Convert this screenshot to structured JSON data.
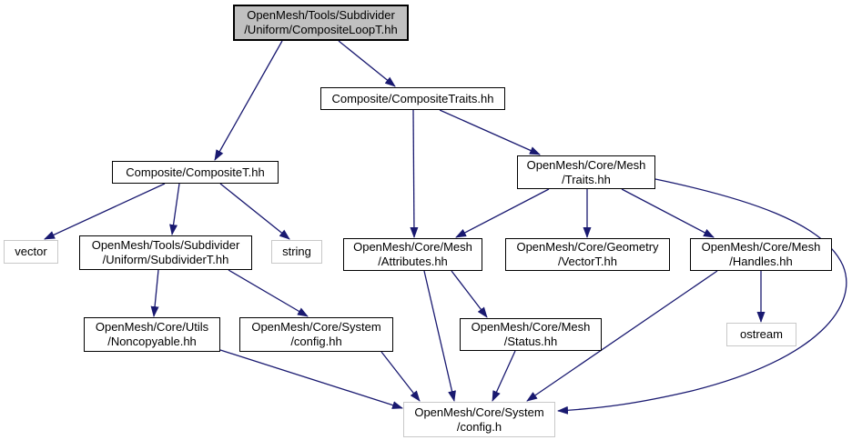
{
  "graph": {
    "kind": "include-dependency-graph",
    "colors": {
      "edge": "#191970",
      "node_border": "#000000",
      "external_border": "#c8c8c8",
      "root_fill": "#c0c0c0",
      "background": "#ffffff"
    },
    "nodes": [
      {
        "id": "composite_loop_t",
        "line1": "OpenMesh/Tools/Subdivider",
        "line2": "/Uniform/CompositeLoopT.hh",
        "style": "root"
      },
      {
        "id": "composite_traits",
        "line1": "Composite/CompositeTraits.hh",
        "line2": "",
        "style": "internal"
      },
      {
        "id": "composite_t",
        "line1": "Composite/CompositeT.hh",
        "line2": "",
        "style": "internal"
      },
      {
        "id": "mesh_traits",
        "line1": "OpenMesh/Core/Mesh",
        "line2": "/Traits.hh",
        "style": "internal"
      },
      {
        "id": "vector",
        "line1": "vector",
        "line2": "",
        "style": "external"
      },
      {
        "id": "subdivider_t",
        "line1": "OpenMesh/Tools/Subdivider",
        "line2": "/Uniform/SubdividerT.hh",
        "style": "internal"
      },
      {
        "id": "string",
        "line1": "string",
        "line2": "",
        "style": "external"
      },
      {
        "id": "attributes",
        "line1": "OpenMesh/Core/Mesh",
        "line2": "/Attributes.hh",
        "style": "internal"
      },
      {
        "id": "vector_t",
        "line1": "OpenMesh/Core/Geometry",
        "line2": "/VectorT.hh",
        "style": "internal"
      },
      {
        "id": "handles",
        "line1": "OpenMesh/Core/Mesh",
        "line2": "/Handles.hh",
        "style": "internal"
      },
      {
        "id": "noncopyable",
        "line1": "OpenMesh/Core/Utils",
        "line2": "/Noncopyable.hh",
        "style": "internal"
      },
      {
        "id": "config_hh",
        "line1": "OpenMesh/Core/System",
        "line2": "/config.hh",
        "style": "internal"
      },
      {
        "id": "status",
        "line1": "OpenMesh/Core/Mesh",
        "line2": "/Status.hh",
        "style": "internal"
      },
      {
        "id": "ostream",
        "line1": "ostream",
        "line2": "",
        "style": "external"
      },
      {
        "id": "config_h",
        "line1": "OpenMesh/Core/System",
        "line2": "/config.h",
        "style": "external"
      }
    ],
    "edges": [
      {
        "from": "composite_loop_t",
        "to": "composite_t"
      },
      {
        "from": "composite_loop_t",
        "to": "composite_traits"
      },
      {
        "from": "composite_traits",
        "to": "attributes"
      },
      {
        "from": "composite_traits",
        "to": "mesh_traits"
      },
      {
        "from": "composite_t",
        "to": "vector"
      },
      {
        "from": "composite_t",
        "to": "subdivider_t"
      },
      {
        "from": "composite_t",
        "to": "string"
      },
      {
        "from": "mesh_traits",
        "to": "attributes"
      },
      {
        "from": "mesh_traits",
        "to": "vector_t"
      },
      {
        "from": "mesh_traits",
        "to": "handles"
      },
      {
        "from": "mesh_traits",
        "to": "config_h"
      },
      {
        "from": "subdivider_t",
        "to": "noncopyable"
      },
      {
        "from": "subdivider_t",
        "to": "config_hh"
      },
      {
        "from": "attributes",
        "to": "status"
      },
      {
        "from": "attributes",
        "to": "config_h"
      },
      {
        "from": "status",
        "to": "config_h"
      },
      {
        "from": "noncopyable",
        "to": "config_h"
      },
      {
        "from": "config_hh",
        "to": "config_h"
      },
      {
        "from": "handles",
        "to": "ostream"
      },
      {
        "from": "handles",
        "to": "config_h"
      }
    ]
  }
}
